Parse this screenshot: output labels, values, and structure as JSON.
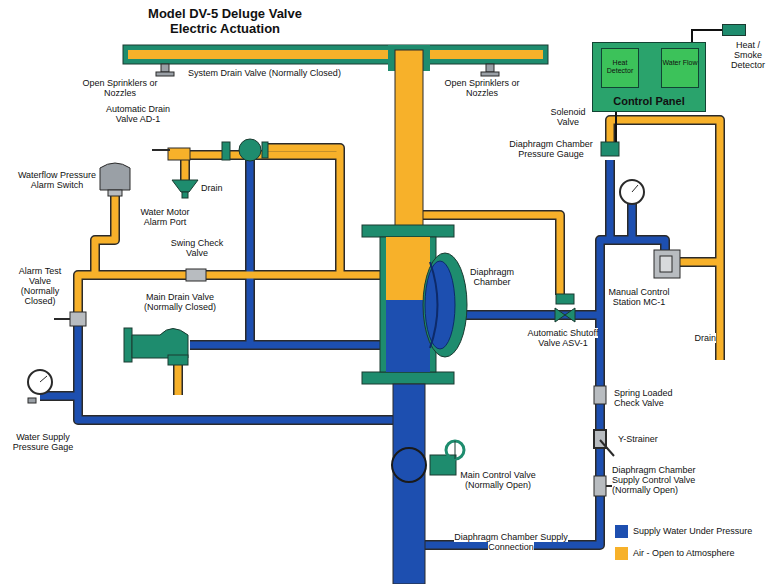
{
  "diagram": {
    "title": "Model DV-5 Deluge Valve Electric Actuation",
    "nodes": [
      {
        "text": [
          "Control Panel"
        ]
      },
      {
        "text": [
          "Heat Detector"
        ],
        "in": 0
      },
      {
        "text": [
          "Water Flow"
        ],
        "in": 0
      },
      {
        "text": [
          "Heat / Smoke Detector"
        ]
      }
    ],
    "edges": [
      {
        "from": 3,
        "to": 0,
        "arrow": "none"
      }
    ],
    "labels": [
      "Open Sprinklers or Nozzles",
      "Open Sprinklers or Nozzles",
      "System Drain Valve (Normally Closed)",
      "Automatic Drain Valve AD-1",
      "Drain",
      "Waterflow Pressure Alarm Switch",
      "Water Motor Alarm Port",
      "Swing Check Valve",
      "Alarm Test Valve (Normally Closed)",
      "Main Drain Valve (Normally Closed)",
      "Water Supply Pressure Gage",
      "Diaphragm Chamber",
      "Automatic Shutoff Valve ASV-1",
      "Solenoid Valve",
      "Diaphragm Chamber Pressure Gauge",
      "Manual Control Station MC-1",
      "Drain",
      "Spring Loaded Check Valve",
      "Y-Strainer",
      "Diaphragm Chamber Supply Control Valve (Normally Open)",
      "Main Control Valve (Normally Open)",
      "Diaphragm Chamber Supply Connection"
    ],
    "legend": [
      {
        "text": "Supply Water Under Pressure",
        "color": "#1d4fb0"
      },
      {
        "text": "Air - Open to Atmosphere",
        "color": "#f7b12a"
      }
    ]
  }
}
